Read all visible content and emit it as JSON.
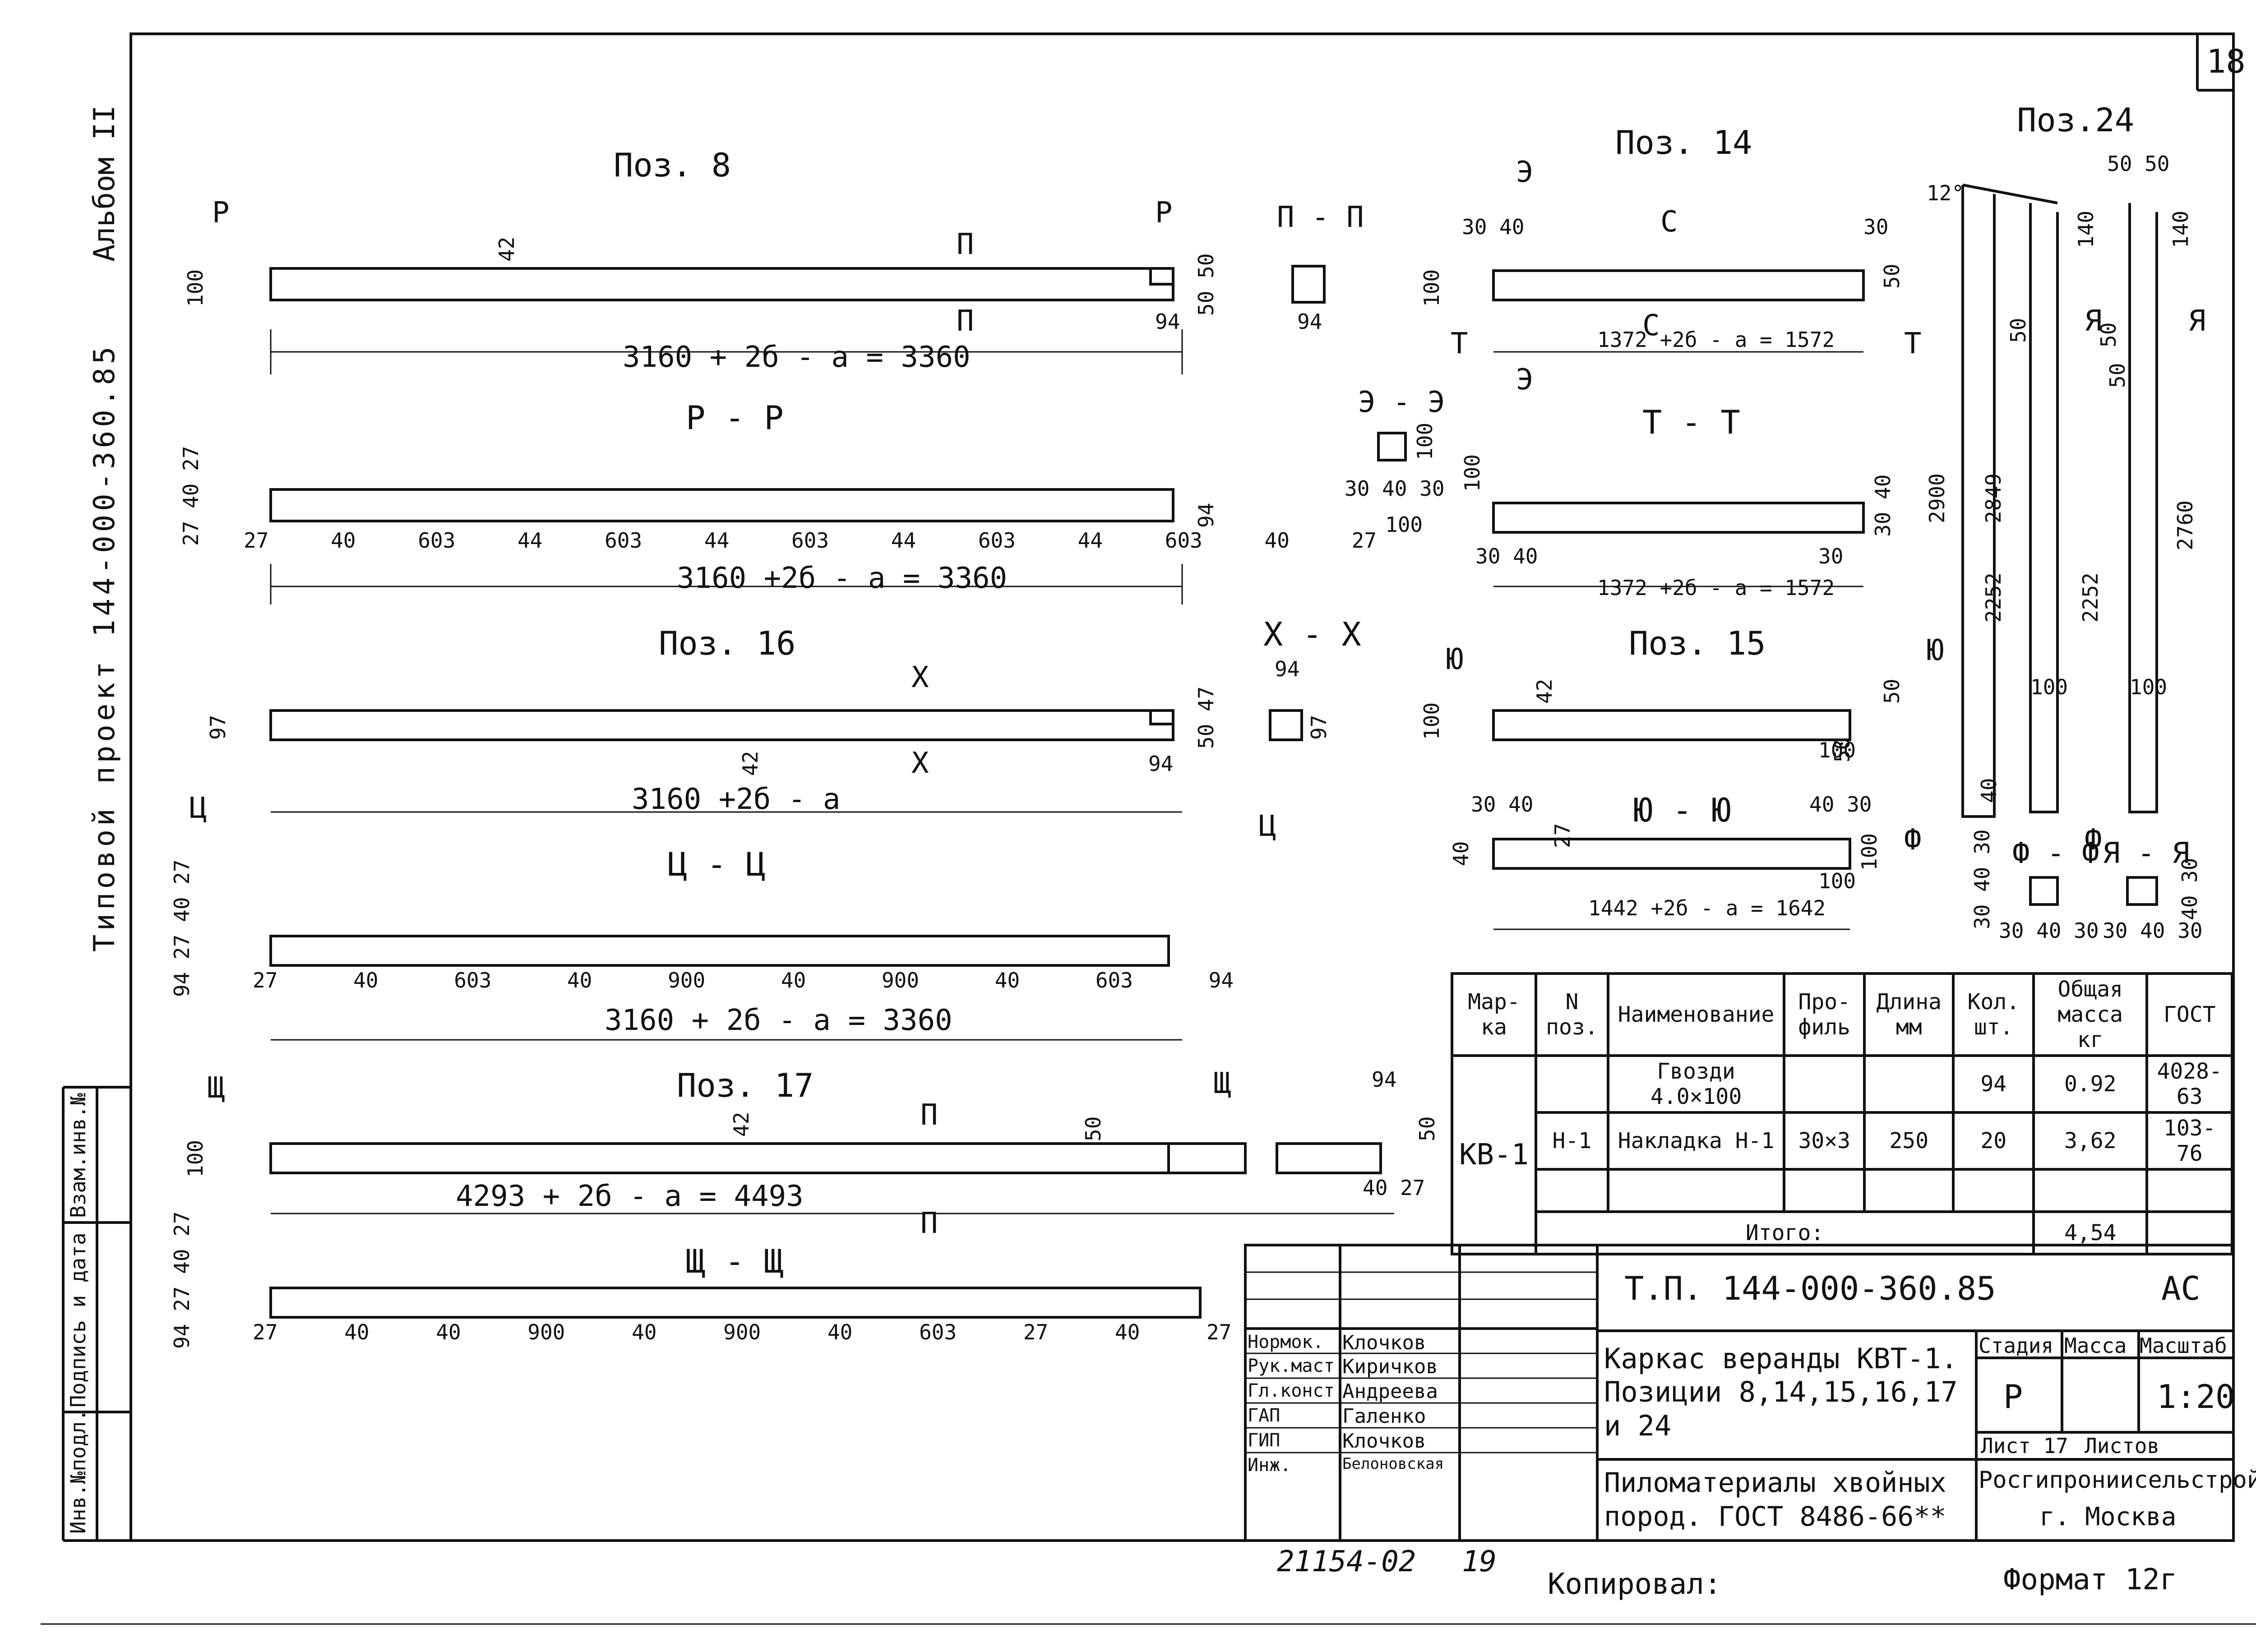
{
  "sheet_number": "18",
  "side_labels": {
    "album": "Альбом II",
    "project": "Типовой проект 144-000-360.85",
    "left_columns": [
      "Инв.№подл.",
      "Подпись и дата",
      "Взам.инв.№"
    ]
  },
  "pos8": {
    "title": "Поз. 8",
    "section_marks": [
      "Р",
      "Р",
      "П",
      "П"
    ],
    "dims": {
      "h": "100",
      "notch": "42",
      "tail": "50 50",
      "end": "94",
      "length": "3160 + 2б - a = 3360"
    }
  },
  "section_pp": {
    "title": "П - П",
    "dim": "94"
  },
  "section_rr": {
    "title": "Р - Р",
    "dims": {
      "left_stack": "27 40 27",
      "h": "94",
      "row": [
        "27",
        "40",
        "603",
        "44",
        "603",
        "44",
        "603",
        "44",
        "603",
        "44",
        "603",
        "40",
        "27"
      ],
      "length": "3160 +2б - a = 3360"
    }
  },
  "pos16": {
    "title": "Поз. 16",
    "section_marks": [
      "Х",
      "Х",
      "Ц",
      "Ц"
    ],
    "dims": {
      "h": "97",
      "notch": "42",
      "tail": "50 47",
      "end": "94",
      "length": "3160 +2б - a"
    }
  },
  "section_xx": {
    "title": "Х - Х",
    "dim_top": "94",
    "dim_side": "97"
  },
  "section_cc": {
    "title": "Ц - Ц",
    "dims": {
      "left_stack": "94 27 40 27",
      "row": [
        "27",
        "40",
        "603",
        "40",
        "900",
        "40",
        "900",
        "40",
        "603",
        "94"
      ],
      "length": "3160 + 2б - a = 3360"
    }
  },
  "pos17": {
    "title": "Поз. 17",
    "section_marks": [
      "Щ",
      "Щ",
      "П",
      "П"
    ],
    "dims": {
      "h": "100",
      "notch": "42",
      "mid": "50",
      "right_top": "94",
      "right_h": "50",
      "right_tail": "40 27",
      "length": "4293 + 2б - a = 4493"
    }
  },
  "section_shsh": {
    "title": "Щ - Щ",
    "dims": {
      "left_stack": "94 27 40 27",
      "row": [
        "27",
        "40",
        "40",
        "900",
        "40",
        "900",
        "40",
        "603",
        "27",
        "40",
        "27"
      ]
    }
  },
  "pos14": {
    "title": "Поз. 14",
    "section_marks": [
      "Э",
      "Э",
      "С",
      "С",
      "Т",
      "Т"
    ],
    "dims": {
      "h": "100",
      "left": "30 40",
      "right": "30",
      "tail": "50",
      "length": "1372 +2б - a = 1572"
    }
  },
  "section_ee": {
    "title": "Э - Э",
    "dims": {
      "h": "100",
      "w": "30 40 30",
      "b": "100"
    }
  },
  "section_tt": {
    "title": "Т - Т",
    "dims": {
      "h": "100",
      "left": "30 40",
      "right": "30",
      "side": "30 40",
      "length": "1372 +2б - a = 1572"
    }
  },
  "pos15": {
    "title": "Поз. 15",
    "section_marks": [
      "Ю"
    ],
    "dims": {
      "h": "100",
      "notch": "42",
      "tail": "50",
      "end": "100"
    }
  },
  "section_yuyu": {
    "title": "Ю - Ю",
    "dims": {
      "left": "30 40",
      "h": "40",
      "notch": "27",
      "right": "40 30",
      "end": "100",
      "side": "100",
      "length": "1442 +2б - a = 1642"
    }
  },
  "pos24": {
    "title": "Поз.24",
    "dims": {
      "angle": "12°",
      "top": "50 50",
      "t1": "140",
      "t2": "140",
      "h1": "2900",
      "h2": "2849",
      "h3": "2252",
      "h4": "2252",
      "h5": "2760",
      "w1": "100",
      "w2": "100",
      "a1": "50",
      "a2": "50",
      "a3": "50",
      "a4": "40",
      "a5": "50"
    },
    "section_marks": [
      "Я",
      "Я",
      "Ю",
      "Ф",
      "Ф"
    ]
  },
  "section_ff": {
    "title": "Ф - Ф",
    "dims": {
      "side": "30 40 30",
      "bottom": "30 40 30"
    }
  },
  "section_yaya": {
    "title": "Я - Я",
    "dims": {
      "side": "40 30",
      "bottom": "30 40 30"
    }
  },
  "spec_table": {
    "headers": [
      "Мар-ка",
      "N поз.",
      "Наименование",
      "Про-филь",
      "Длина мм",
      "Кол. шт.",
      "Общая масса кг",
      "ГОСТ"
    ],
    "mark": "КВ-1",
    "rows": [
      [
        "",
        "Гвозди 4.0×100",
        "",
        "",
        "94",
        "0.92",
        "4028-63"
      ],
      [
        "Н-1",
        "Накладка Н-1",
        "30×3",
        "250",
        "20",
        "3,62",
        "103-76"
      ],
      [
        "",
        "",
        "",
        "",
        "",
        "",
        ""
      ]
    ],
    "total_label": "Итого:",
    "total_value": "4,54"
  },
  "stamp": {
    "code": "Т.П.   144-000-360.85",
    "mark": "АС",
    "title": "Каркас веранды КВТ-1. Позиции 8,14,15,16,17 и 24",
    "material": "Пиломатериалы хвойных пород. ГОСТ 8486-66**",
    "stage_hdr": "Стадия",
    "mass_hdr": "Масса",
    "scale_hdr": "Масштаб",
    "stage": "Р",
    "scale": "1:20",
    "sheet": "Лист 17",
    "sheets": "Листов",
    "org": "Росгипрониисельстрой",
    "city": "г. Москва",
    "people": [
      {
        "role": "Нормок.",
        "name": "Клочков"
      },
      {
        "role": "Рук.маст.",
        "name": "Киричков"
      },
      {
        "role": "Гл.конст.",
        "name": "Андреева"
      },
      {
        "role": "ГАП",
        "name": "Галенко"
      },
      {
        "role": "ГИП",
        "name": "Клочков"
      },
      {
        "role": "Инж.",
        "name": "Белоновская"
      }
    ]
  },
  "footer": {
    "inv": "21154-02",
    "num": "19",
    "copied": "Копировал:",
    "format": "Формат 12г"
  }
}
